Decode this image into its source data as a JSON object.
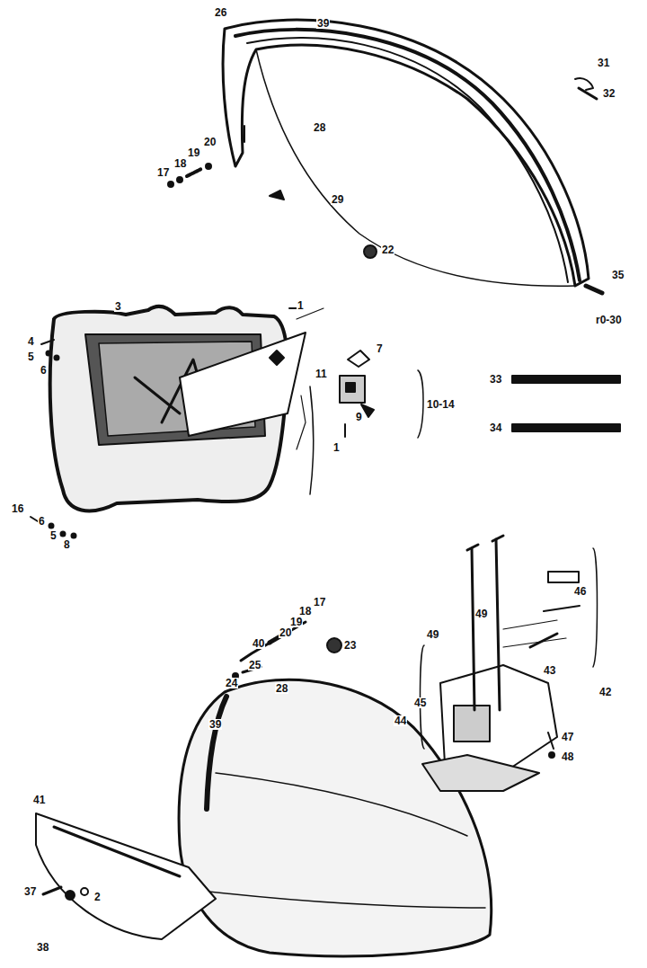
{
  "diagram": {
    "labels": [
      "26",
      "39",
      "31",
      "32",
      "28",
      "29",
      "17",
      "18",
      "19",
      "20",
      "22",
      "35",
      "r0-30",
      "3",
      "1",
      "4",
      "5",
      "6",
      "7",
      "9",
      "10-14",
      "11",
      "1",
      "33",
      "34",
      "16",
      "6",
      "5",
      "8",
      "46",
      "49",
      "49",
      "43",
      "42",
      "40",
      "20",
      "19",
      "18",
      "17",
      "23",
      "24",
      "25",
      "28",
      "39",
      "45",
      "44",
      "47",
      "48",
      "41",
      "37",
      "38",
      "2"
    ]
  }
}
